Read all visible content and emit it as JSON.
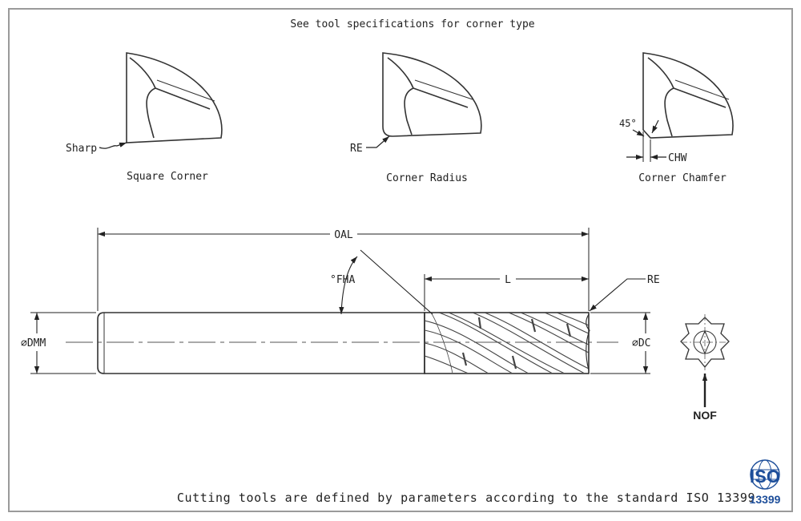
{
  "header": {
    "note": "See tool specifications for corner type"
  },
  "corners": [
    {
      "title": "Square Corner",
      "callout": "Sharp"
    },
    {
      "title": "Corner Radius",
      "callout": "RE"
    },
    {
      "title": "Corner Chamfer",
      "angle": "45°",
      "width": "CHW"
    }
  ],
  "dimensions": {
    "oal": "OAL",
    "l": "L",
    "fha": "°FHA",
    "re": "RE",
    "dmm": "⌀DMM",
    "dc": "⌀DC",
    "nof": "NOF"
  },
  "footer": {
    "text": "Cutting tools are defined by parameters according to the standard ISO 13399"
  },
  "logo": {
    "word": "ISO",
    "number": "13399",
    "color": "#1d4e9a"
  }
}
